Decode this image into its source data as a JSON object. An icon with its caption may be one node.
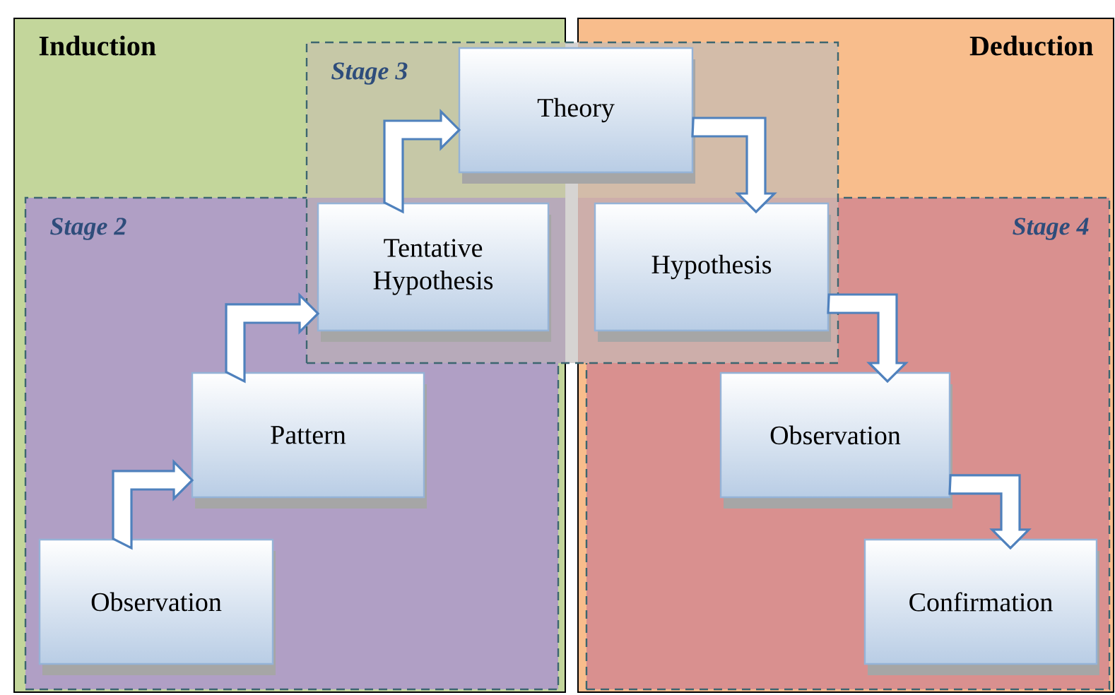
{
  "diagram": {
    "nodes": [
      {
        "text": [
          "Induction"
        ]
      },
      {
        "text": [
          "Deduction"
        ]
      },
      {
        "text": [
          "Stage 3"
        ]
      },
      {
        "text": [
          "Theory"
        ],
        "in": 2
      },
      {
        "text": [
          "Stage 2"
        ],
        "in": 0
      },
      {
        "text": [
          "Tentative Hypothesis"
        ]
      },
      {
        "text": [
          "Stage 4"
        ],
        "in": 1
      },
      {
        "text": [
          "Hypothesis"
        ]
      },
      {
        "text": [
          "Observation"
        ],
        "in": 4
      },
      {
        "text": [
          "Pattern"
        ],
        "in": 4
      },
      {
        "text": [
          "Observation"
        ],
        "in": 6
      },
      {
        "text": [
          "Confirmation"
        ],
        "in": 6
      }
    ],
    "edges": [
      {
        "from": 8,
        "to": 9,
        "arrow": "to"
      },
      {
        "from": 9,
        "to": 5,
        "arrow": "to"
      },
      {
        "from": 5,
        "to": 3,
        "arrow": "to"
      },
      {
        "from": 3,
        "to": 7,
        "arrow": "to"
      },
      {
        "from": 7,
        "to": 10,
        "arrow": "to"
      },
      {
        "from": 10,
        "to": 11,
        "arrow": "to"
      }
    ]
  }
}
